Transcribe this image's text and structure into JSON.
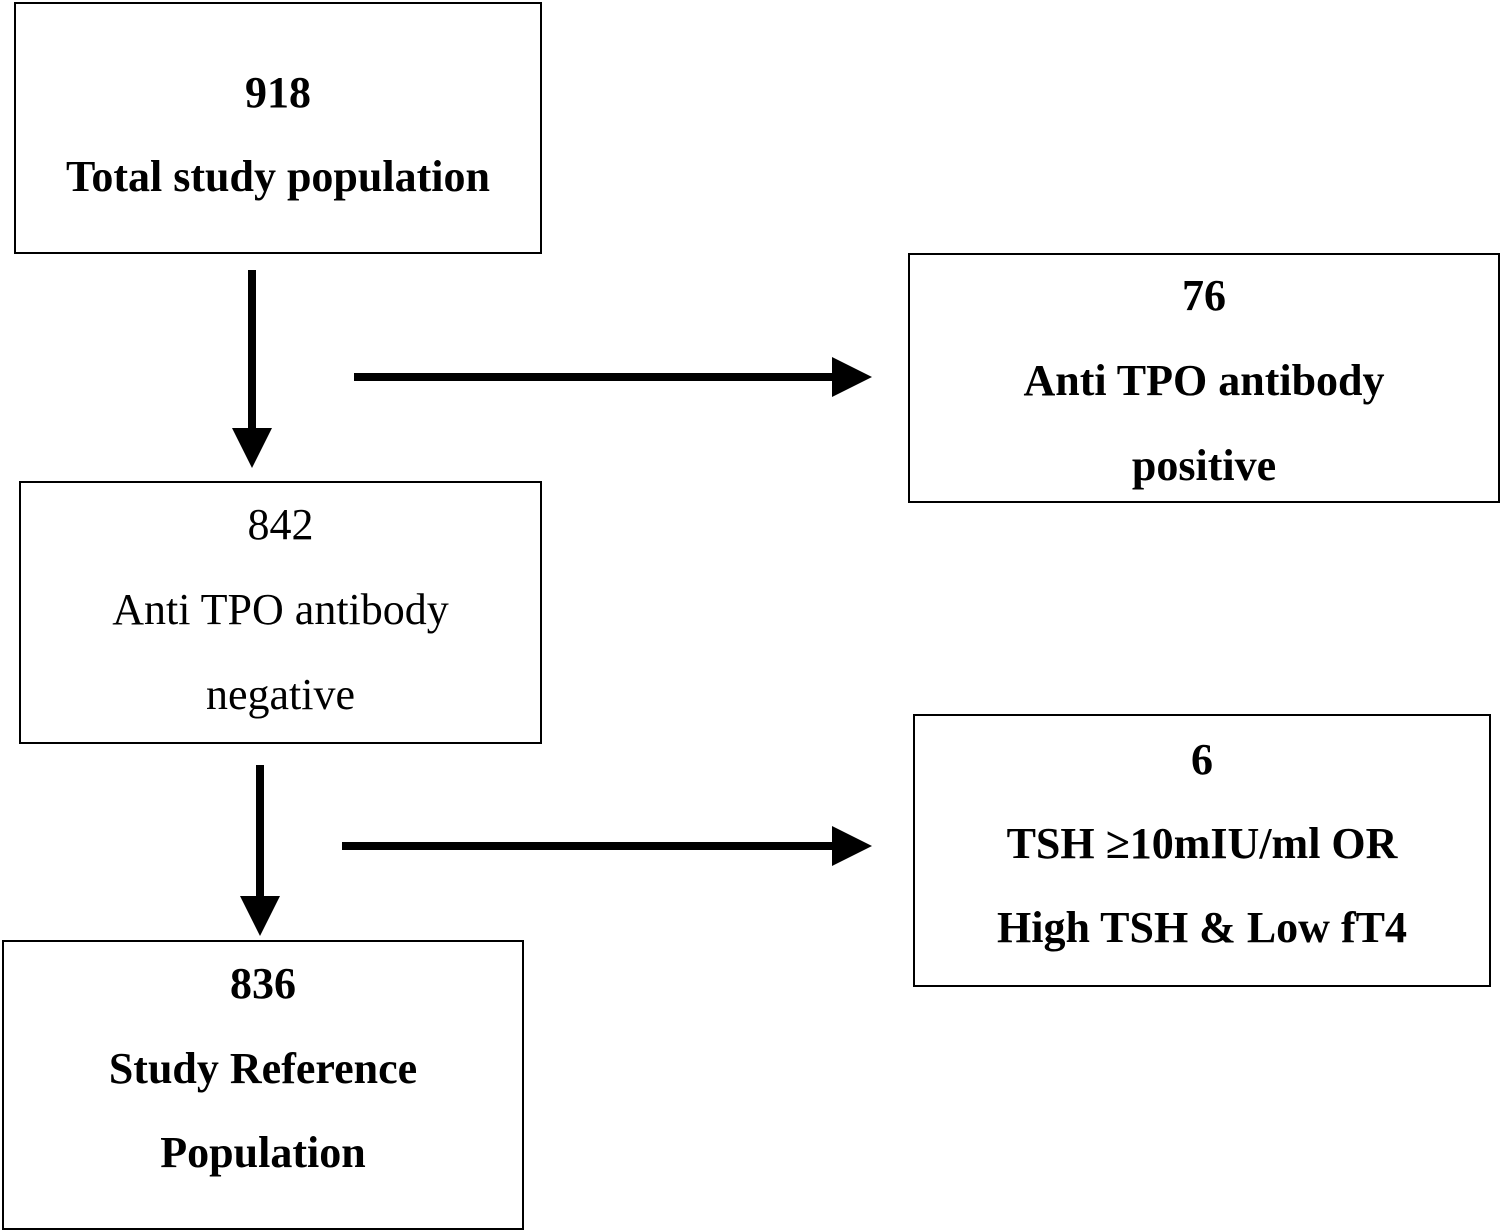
{
  "boxes": {
    "total": {
      "count": "918",
      "label": "Total study population"
    },
    "positive": {
      "count": "76",
      "label_line1": "Anti TPO antibody",
      "label_line2": "positive"
    },
    "negative": {
      "count": "842",
      "label_line1": "Anti TPO antibody",
      "label_line2": "negative"
    },
    "excluded_tsh": {
      "count": "6",
      "label_line1": "TSH ≥10mIU/ml OR",
      "label_line2": "High TSH & Low fT4"
    },
    "reference": {
      "count": "836",
      "label_line1": "Study Reference",
      "label_line2": "Population"
    }
  },
  "colors": {
    "stroke": "#000000",
    "background": "#ffffff"
  }
}
